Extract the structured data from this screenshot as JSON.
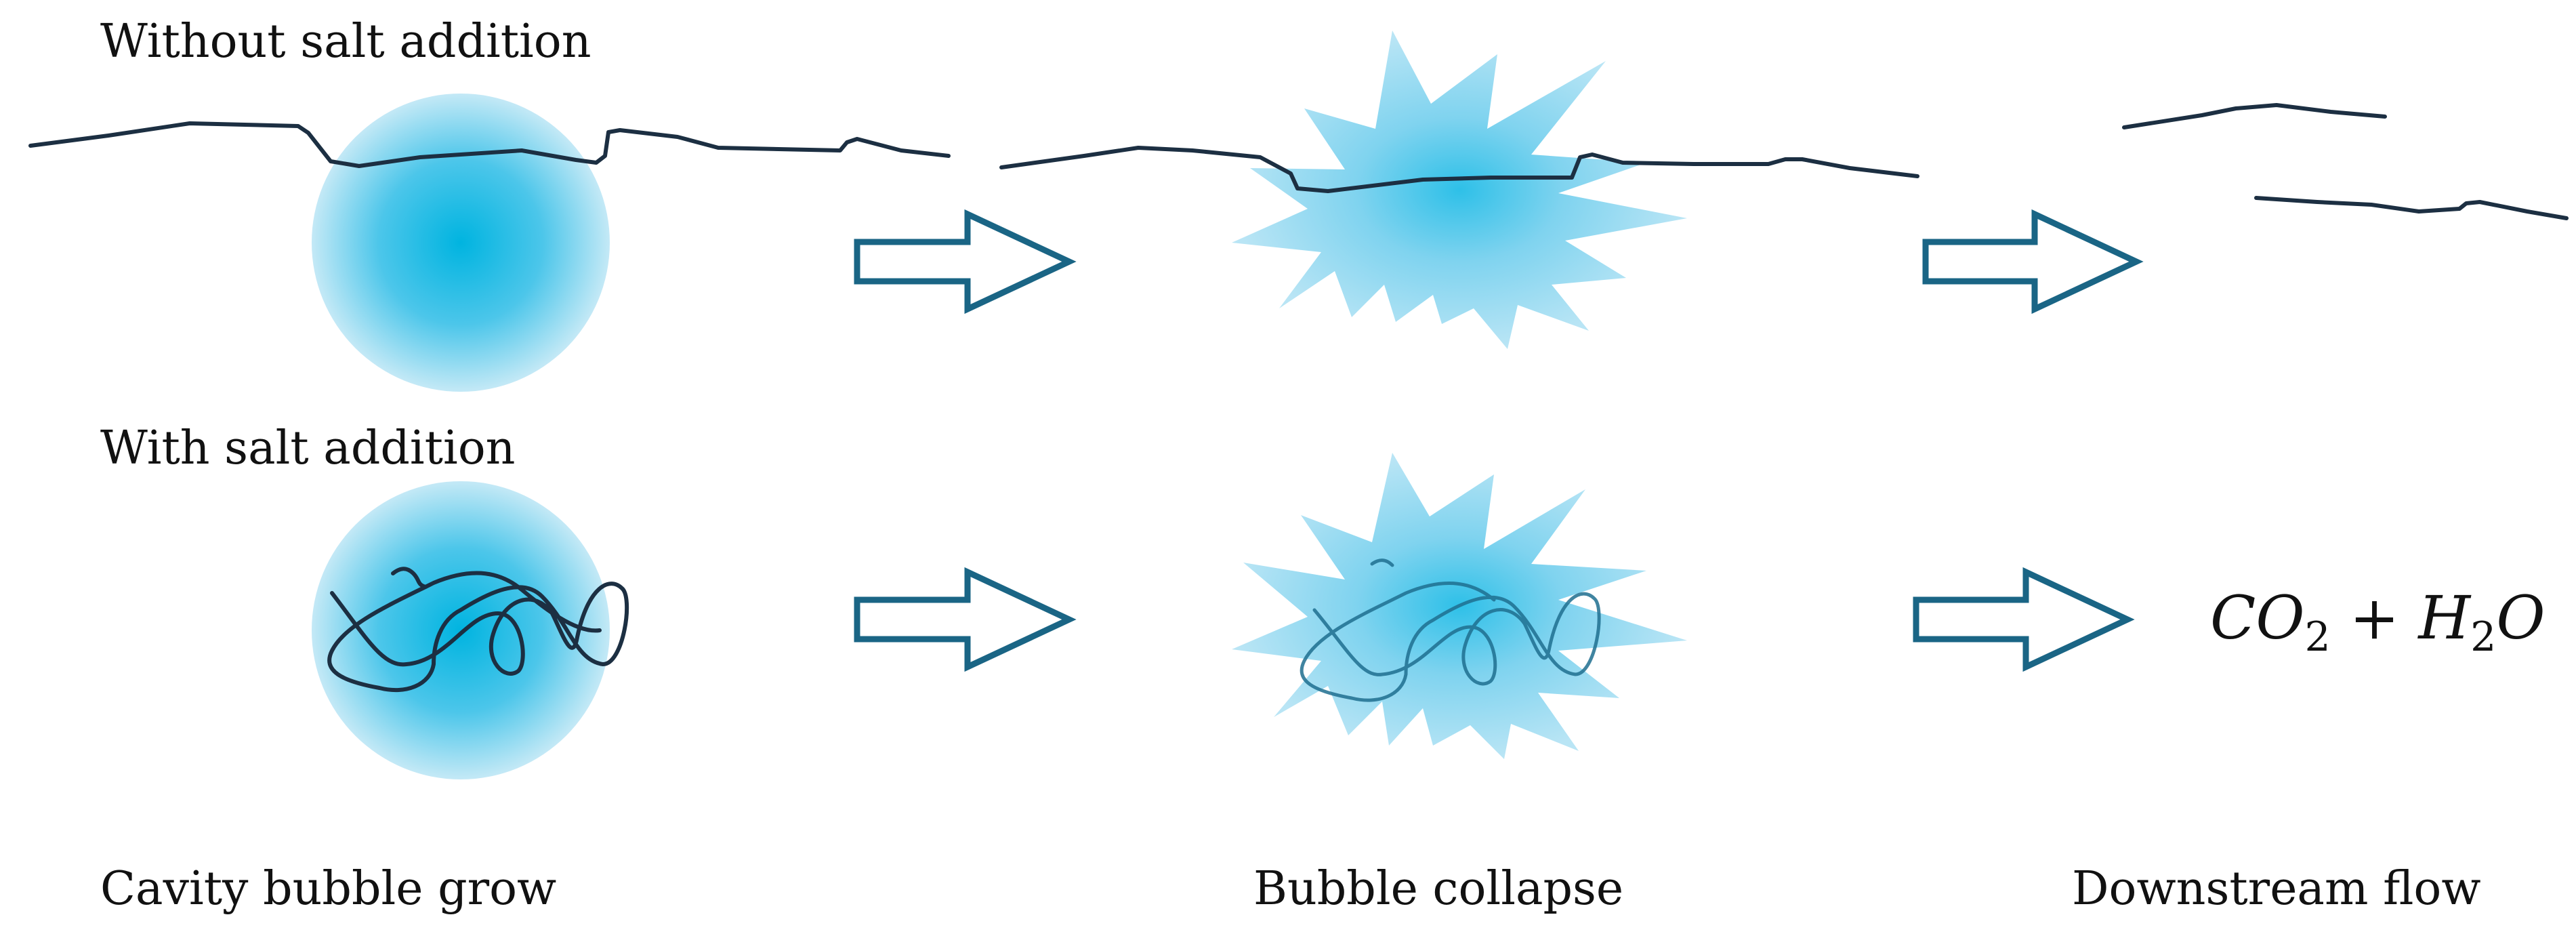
{
  "rows": {
    "without_salt": {
      "label": "Without salt addition"
    },
    "with_salt": {
      "label": "With salt addition"
    }
  },
  "stages": {
    "grow": "Cavity bubble grow",
    "collapse": "Bubble collapse",
    "downstream": "Downstream flow"
  },
  "products": {
    "co": "CO",
    "co_sub": "2",
    "plus": "+",
    "h": "H",
    "h_sub": "2",
    "o": "O"
  },
  "colors": {
    "bubble_center": "#00b4e0",
    "bubble_edge": "#c4e9f6",
    "polymer_line": "#1c2f42",
    "arrow_stroke": "#1a6585"
  }
}
